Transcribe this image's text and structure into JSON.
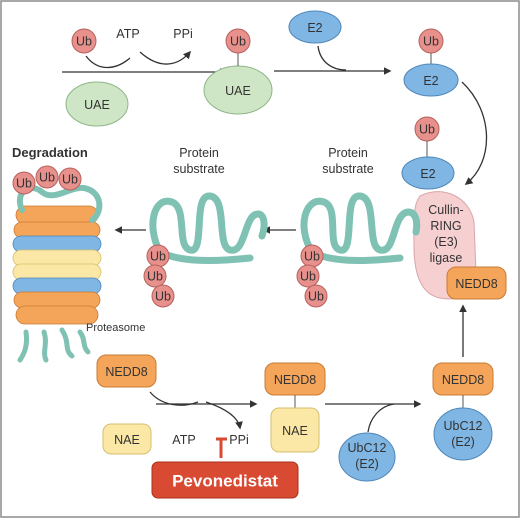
{
  "labels": {
    "ub": "Ub",
    "atp": "ATP",
    "ppi": "PPi",
    "uae": "UAE",
    "e2": "E2",
    "degradation": "Degradation",
    "protein": "Protein",
    "substrate": "substrate",
    "proteasome": "Proteasome",
    "cullin_1": "Cullin-",
    "cullin_2": "RING",
    "cullin_3": "(E3)",
    "cullin_4": "ligase",
    "nedd8": "NEDD8",
    "nae": "NAE",
    "ubc12": "UbC12",
    "ubc12_e2": "(E2)",
    "drug": "Pevonedistat"
  },
  "colors": {
    "ub_fill": "#e8908c",
    "uae_fill": "#cfe6c6",
    "e2_fill": "#7fb6e4",
    "substrate_stroke": "#7fc2b4",
    "cullin_fill": "#f6cfd1",
    "nedd8_fill": "#f4a55a",
    "nae_fill": "#fbe7a6",
    "drug_fill": "#d84a32",
    "inhibit_stroke": "#d84a32",
    "arrow": "#333333",
    "border": "#8c8c8c"
  }
}
